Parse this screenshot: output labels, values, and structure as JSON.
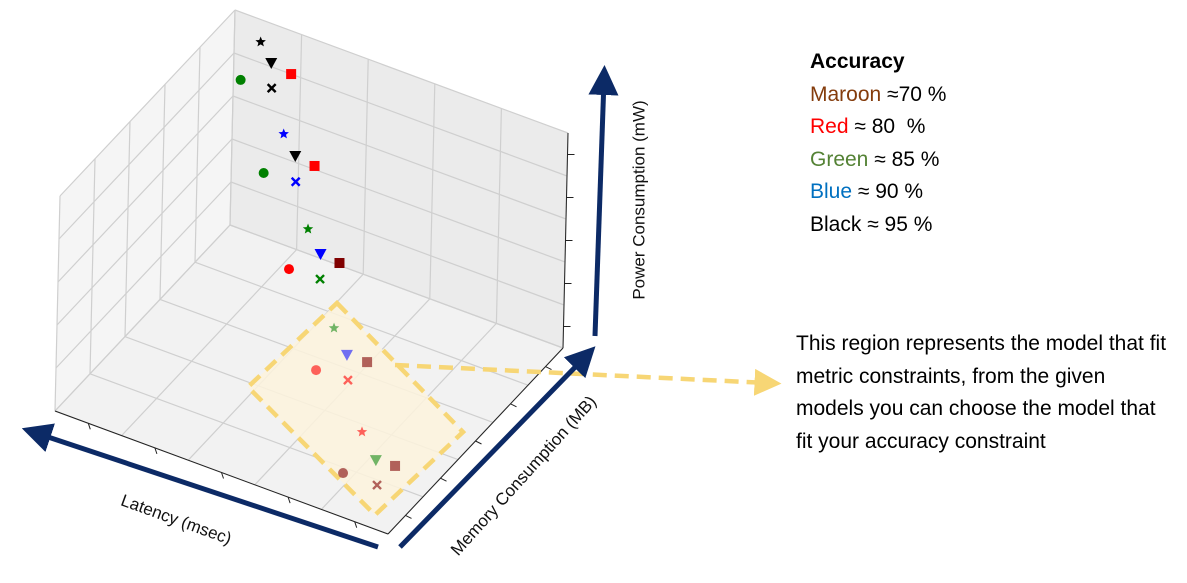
{
  "chart_data": {
    "type": "scatter",
    "projection": "3d",
    "xlabel": "Latency (msec)",
    "ylabel": "Memory Consumption (MB)",
    "zlabel": "Power Consumption (mW)",
    "xlim": [
      0,
      10
    ],
    "ylim": [
      0,
      10
    ],
    "zlim": [
      0,
      10
    ],
    "grid": true,
    "points": [
      {
        "latency": 8.96,
        "memory": 9.5,
        "power": 9.54,
        "color": "#000000",
        "marker": "star",
        "alpha": 1
      },
      {
        "latency": 8.63,
        "memory": 9.5,
        "power": 8.75,
        "color": "#000000",
        "marker": "triangle-down",
        "alpha": 1
      },
      {
        "latency": 8.03,
        "memory": 9.5,
        "power": 8.58,
        "color": "#ff0000",
        "marker": "square",
        "alpha": 1
      },
      {
        "latency": 9.53,
        "memory": 9.5,
        "power": 7.45,
        "color": "#008000",
        "marker": "circle",
        "alpha": 1
      },
      {
        "latency": 8.6,
        "memory": 9.5,
        "power": 7.6,
        "color": "#000000",
        "marker": "x",
        "alpha": 1
      },
      {
        "latency": 8.21,
        "memory": 9.5,
        "power": 5.69,
        "color": "#0000ff",
        "marker": "star",
        "alpha": 1
      },
      {
        "latency": 7.85,
        "memory": 9.5,
        "power": 4.87,
        "color": "#000000",
        "marker": "triangle-down",
        "alpha": 1
      },
      {
        "latency": 7.27,
        "memory": 9.5,
        "power": 4.74,
        "color": "#ff0000",
        "marker": "square",
        "alpha": 1
      },
      {
        "latency": 8.78,
        "memory": 9.5,
        "power": 3.55,
        "color": "#008000",
        "marker": "circle",
        "alpha": 1
      },
      {
        "latency": 7.82,
        "memory": 9.5,
        "power": 3.69,
        "color": "#0000ff",
        "marker": "x",
        "alpha": 1
      },
      {
        "latency": 7.42,
        "memory": 9.5,
        "power": 1.72,
        "color": "#008000",
        "marker": "star",
        "alpha": 1
      },
      {
        "latency": 7.03,
        "memory": 9.5,
        "power": 0.78,
        "color": "#0000ff",
        "marker": "triangle-down",
        "alpha": 1
      },
      {
        "latency": 6.46,
        "memory": 9.5,
        "power": 0.69,
        "color": "#800000",
        "marker": "square",
        "alpha": 1
      },
      {
        "latency": 7.76,
        "memory": 9.11,
        "power": 0,
        "color": "#ff0000",
        "marker": "circle",
        "alpha": 1
      },
      {
        "latency": 6.86,
        "memory": 9.17,
        "power": 0,
        "color": "#008000",
        "marker": "x",
        "alpha": 1
      },
      {
        "latency": 5.52,
        "memory": 7.42,
        "power": 0,
        "color": "#008000",
        "marker": "star",
        "alpha": 0.55
      },
      {
        "latency": 4.67,
        "memory": 6.54,
        "power": 0,
        "color": "#0000ff",
        "marker": "triangle-down",
        "alpha": 0.55
      },
      {
        "latency": 4.07,
        "memory": 6.55,
        "power": 0,
        "color": "#800000",
        "marker": "square",
        "alpha": 0.6
      },
      {
        "latency": 5.04,
        "memory": 5.48,
        "power": 0,
        "color": "#ff0000",
        "marker": "circle",
        "alpha": 0.6
      },
      {
        "latency": 4.12,
        "memory": 5.55,
        "power": 0,
        "color": "#ff0000",
        "marker": "x",
        "alpha": 0.6
      },
      {
        "latency": 2.72,
        "memory": 3.69,
        "power": 0,
        "color": "#ff0000",
        "marker": "star",
        "alpha": 0.6
      },
      {
        "latency": 1.82,
        "memory": 2.77,
        "power": 0,
        "color": "#008000",
        "marker": "triangle-down",
        "alpha": 0.55
      },
      {
        "latency": 1.27,
        "memory": 2.82,
        "power": 0,
        "color": "#800000",
        "marker": "square",
        "alpha": 0.6
      },
      {
        "latency": 2.28,
        "memory": 1.77,
        "power": 0,
        "color": "#800000",
        "marker": "circle",
        "alpha": 0.6
      },
      {
        "latency": 1.27,
        "memory": 1.79,
        "power": 0,
        "color": "#800000",
        "marker": "x",
        "alpha": 0.6
      }
    ],
    "legend": {
      "title": "Accuracy",
      "placement": "right",
      "entries": [
        {
          "name": "Maroon",
          "value": " ≈70 %",
          "color": "#843c0c"
        },
        {
          "name": "Red",
          "value": " ≈ 80  %",
          "color": "#ff0000"
        },
        {
          "name": "Green",
          "value": " ≈ 85 %",
          "color": "#548235"
        },
        {
          "name": "Blue",
          "value": " ≈ 90 %",
          "color": "#0070c0"
        },
        {
          "name": "Black",
          "value": " ≈ 95 %",
          "color": "#000000"
        }
      ]
    },
    "annotation": "This region represents the model that fit metric constraints, from the given models you can choose the model that fit your accuracy constraint",
    "colors": {
      "arrow": "#0c2a66",
      "region_fill": "#fdf3dd",
      "region_border": "#f7d675"
    }
  }
}
